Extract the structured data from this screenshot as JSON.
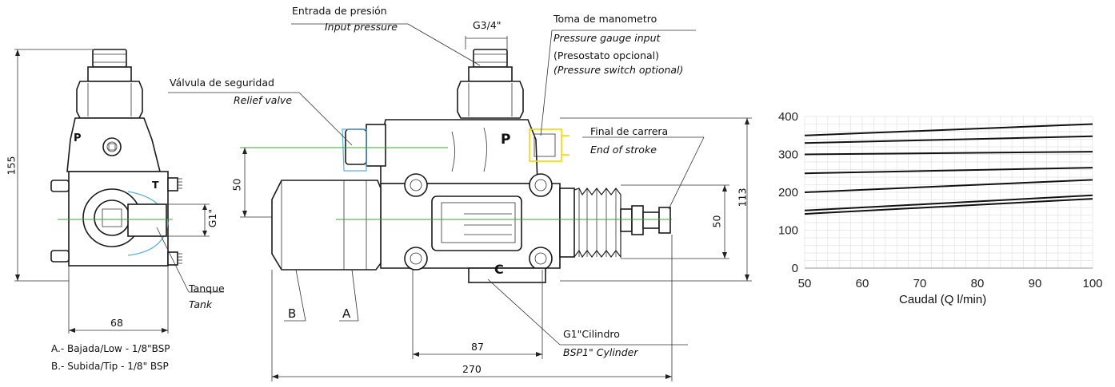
{
  "labels": {
    "entrada": "Entrada de presión",
    "input_pressure": "Input pressure",
    "g34": "G3/4\"",
    "toma": "Toma de manometro",
    "gauge_input": "Pressure gauge input",
    "presostato": "(Presostato opcional)",
    "switch_opt": "(Pressure switch optional)",
    "valvula": "Válvula de seguridad",
    "relief": "Relief valve",
    "final": "Final de carrera",
    "end_stroke": "End of stroke",
    "tanque": "Tanque",
    "tank": "Tank",
    "cilindro": "G1\"Cilindro",
    "bsp_cyl": "BSP1\" Cylinder",
    "b": "B",
    "a": "A",
    "p_left": "P",
    "p_main": "P",
    "t": "T",
    "c": "C",
    "g1": "G1\"",
    "note_a": "A.- Bajada/Low - 1/8\"BSP",
    "note_b": "B.- Subida/Tip - 1/8\" BSP"
  },
  "dimensions": {
    "d155": "155",
    "d68": "68",
    "d50_left": "50",
    "d50_right": "50",
    "d113": "113",
    "d87": "87",
    "d270": "270"
  },
  "colors": {
    "centerline": "#3aa63a",
    "relief_outline": "#5ab0e0",
    "switch": "#f0d800"
  },
  "chart_data": {
    "type": "line",
    "xlabel": "Caudal (Q l/min)",
    "ylabel": "",
    "title": "",
    "xlim": [
      50,
      100
    ],
    "ylim": [
      0,
      400
    ],
    "xticks": [
      50,
      60,
      70,
      80,
      90,
      100
    ],
    "yticks": [
      0,
      100,
      200,
      300,
      400
    ],
    "grid": true,
    "series": [
      {
        "x": [
          50,
          100
        ],
        "y": [
          350,
          380
        ]
      },
      {
        "x": [
          50,
          100
        ],
        "y": [
          330,
          348
        ]
      },
      {
        "x": [
          50,
          100
        ],
        "y": [
          300,
          307
        ]
      },
      {
        "x": [
          50,
          100
        ],
        "y": [
          250,
          265
        ]
      },
      {
        "x": [
          50,
          100
        ],
        "y": [
          200,
          233
        ]
      },
      {
        "x": [
          50,
          100
        ],
        "y": [
          152,
          192
        ]
      },
      {
        "x": [
          50,
          100
        ],
        "y": [
          143,
          183
        ]
      }
    ]
  }
}
